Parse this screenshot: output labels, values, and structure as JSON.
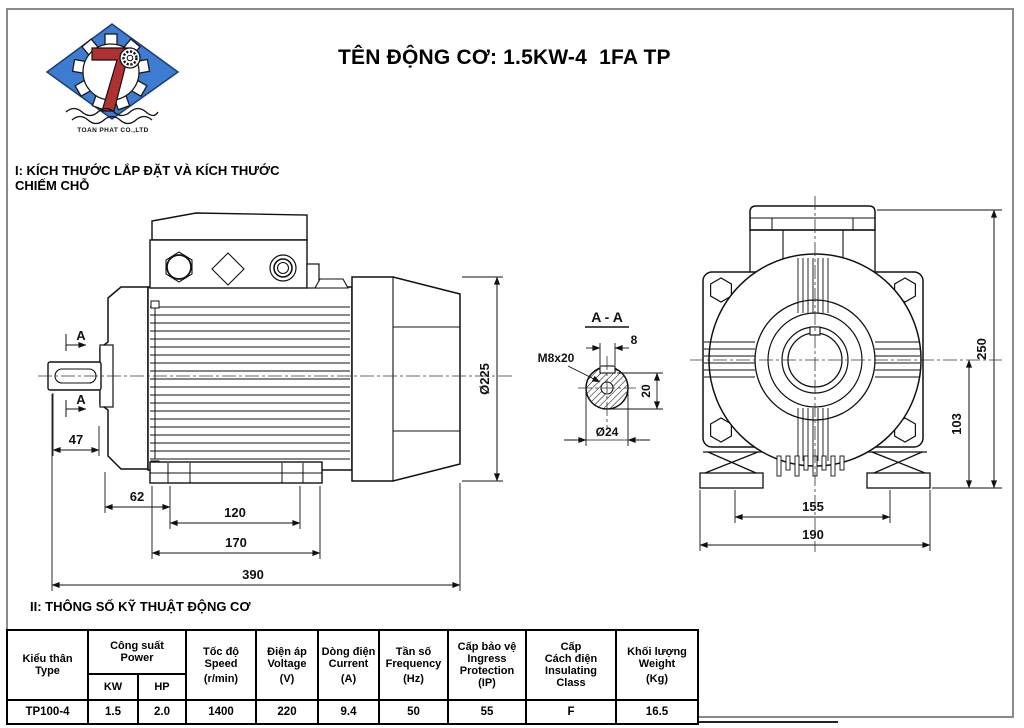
{
  "page": {
    "title": "TÊN ĐỘNG CƠ: 1.5KW-4  1FA TP",
    "logo_company": "TOAN PHAT CO.,LTD",
    "section1_line1": "I: KÍCH THƯỚC LẮP ĐẶT VÀ KÍCH THƯỚC",
    "section1_line2": "CHIẾM CHỖ",
    "section2": "II: THÔNG SỐ KỸ THUẬT ĐỘNG CƠ"
  },
  "drawing": {
    "side_view": {
      "section_mark_top": "A",
      "section_mark_bottom": "A",
      "dim_shaft_len": "47",
      "dim_flange_to_foot": "62",
      "dim_foot_holes": "120",
      "dim_foot_len": "170",
      "dim_total_len": "390",
      "dim_fan_cover_dia": "Ø225"
    },
    "section_aa": {
      "label": "A - A",
      "thread": "M8x20",
      "dim_key_width": "8",
      "dim_key_depth": "20",
      "dim_shaft_dia": "Ø24"
    },
    "front_view": {
      "dim_foot_hole_span": "155",
      "dim_foot_width": "190",
      "dim_center_height": "103",
      "dim_total_height": "250"
    }
  },
  "table": {
    "headers": {
      "type_vi": "Kiểu thân",
      "type_en": "Type",
      "power_vi": "Công suất",
      "power_en": "Power",
      "power_kw": "KW",
      "power_hp": "HP",
      "speed_vi": "Tốc độ",
      "speed_en": "Speed",
      "speed_unit": "(r/min)",
      "voltage_vi": "Điện áp",
      "voltage_en": "Voltage",
      "voltage_unit": "(V)",
      "current_vi": "Dòng điện",
      "current_en": "Current",
      "current_unit": "(A)",
      "freq_vi": "Tần số",
      "freq_en": "Frequency",
      "freq_unit": "(Hz)",
      "ip_vi": "Cấp bảo vệ",
      "ip_en1": "Ingress",
      "ip_en2": "Protection",
      "ip_unit": "(IP)",
      "ins_vi": "Cấp",
      "ins_vi2": "Cách điện",
      "ins_en1": "Insulating",
      "ins_en2": "Class",
      "weight_vi": "Khối lượng",
      "weight_en": "Weight",
      "weight_unit": "(Kg)"
    },
    "row": {
      "type": "TP100-4",
      "kw": "1.5",
      "hp": "2.0",
      "speed": "1400",
      "voltage": "220",
      "current": "9.4",
      "frequency": "50",
      "protection": "55",
      "insulation": "F",
      "weight": "16.5"
    }
  }
}
